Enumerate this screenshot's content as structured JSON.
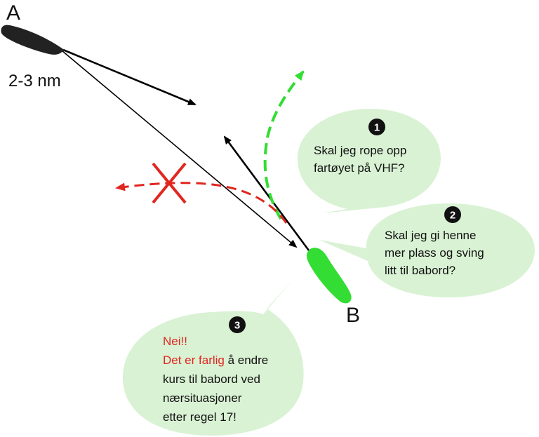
{
  "vessel_a": {
    "label": "A"
  },
  "vessel_b": {
    "label": "B"
  },
  "range": {
    "label": "2-3 nm"
  },
  "colors": {
    "vessel_a": "#222222",
    "vessel_b": "#33dd33",
    "bubble": "#d9f2d4",
    "red": "#e0261f",
    "green_path": "#33dd33"
  },
  "bubbles": [
    {
      "number": "1",
      "lines": [
        "Skal jeg rope opp",
        "fartøyet på VHF?"
      ]
    },
    {
      "number": "2",
      "lines": [
        "Skal jeg gi henne",
        "mer plass og sving",
        "litt til babord?"
      ]
    },
    {
      "number": "3",
      "warning_lines": [
        "Nei!!"
      ],
      "warning_prefix": "Det er farlig",
      "warning_suffix": " å endre",
      "lines": [
        "kurs til babord ved",
        "nærsituasjoner",
        "etter regel 17!"
      ]
    }
  ]
}
